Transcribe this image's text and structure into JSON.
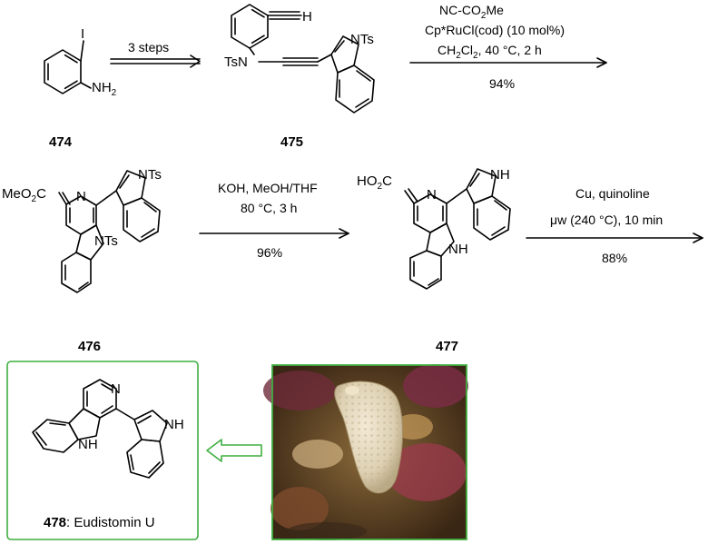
{
  "compounds": {
    "c474": {
      "number": "474",
      "atoms": {
        "iodo": "I",
        "amine": "NH",
        "amine_sub": "2"
      }
    },
    "c475": {
      "number": "475",
      "atoms": {
        "alkyne_h": "H",
        "tsn": "TsN",
        "nts": "NTs"
      }
    },
    "c476": {
      "number": "476",
      "atoms": {
        "ester": "MeO",
        "ester_sub": "2",
        "ester_c": "C",
        "pyr_n": "N",
        "nts_top": "NTs",
        "nts_bottom": "NTs"
      }
    },
    "c477": {
      "number": "477",
      "atoms": {
        "acid": "HO",
        "acid_sub": "2",
        "acid_c": "C",
        "pyr_n": "N",
        "nh_top": "NH",
        "nh_bottom": "NH"
      }
    },
    "c478": {
      "number": "478",
      "name": ": Eudistomin U",
      "atoms": {
        "pyr_n": "N",
        "nh_right": "NH",
        "nh_left": "NH"
      }
    }
  },
  "steps": {
    "s1": {
      "above": "3 steps"
    },
    "s2": {
      "line1_a": "NC-CO",
      "line1_sub": "2",
      "line1_b": "Me",
      "line2": "Cp*RuCl(cod) (10 mol%)",
      "line3_a": "CH",
      "line3_sub1": "2",
      "line3_b": "Cl",
      "line3_sub2": "2",
      "line3_c": ", 40 °C, 2 h",
      "yield": "94%"
    },
    "s3": {
      "line1": "KOH, MeOH/THF",
      "line2": "80 °C, 3 h",
      "yield": "96%"
    },
    "s4": {
      "line1": "Cu, quinoline",
      "line2": "μw (240 °C), 10 min",
      "yield": "88%"
    }
  },
  "colors": {
    "box_border": "#3fae3f",
    "hollow_arrow": "#3fae3f",
    "ink": "#000000"
  },
  "photo": {
    "subject": "marine tunicate (Eudistoma) on coral"
  }
}
